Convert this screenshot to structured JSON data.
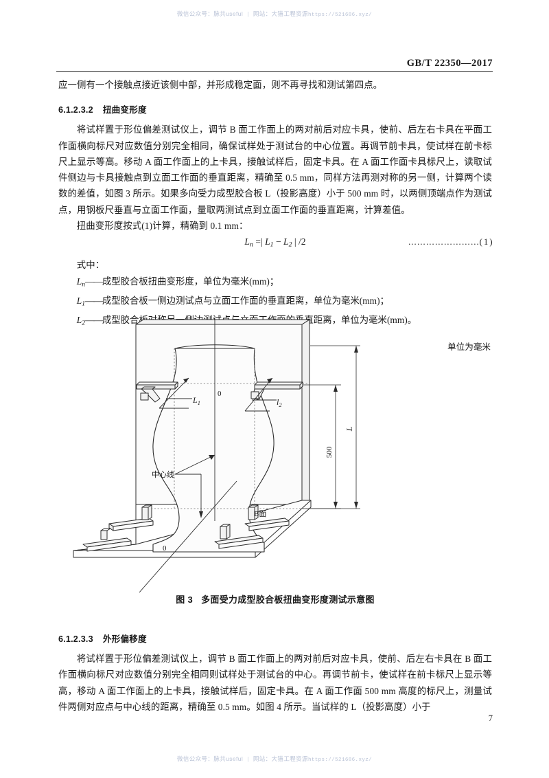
{
  "watermark": {
    "account_label": "微信公众号：",
    "account_name": "脉共useful",
    "separator": "|",
    "site_label": "网站：",
    "site_name": "大猫工程资源",
    "url": "https://521686.xyz/"
  },
  "header": {
    "standard_code": "GB/T  22350—2017"
  },
  "body": {
    "continued_line": "应一侧有一个接触点接近该侧中部，并形成稳定面，则不再寻找和测试第四点。",
    "section_1": {
      "number": "6.1.2.3.2",
      "title": "扭曲变形度",
      "paragraph_1": "将试样置于形位偏差测试仪上，调节 B 面工作面上的两对前后对应卡具，使前、后左右卡具在平面工作面横向标尺对应数值分别完全相同，确保试样处于测试台的中心位置。再调节前卡具，使试样在前卡标尺上显示等高。移动 A 面工作面上的上卡具，接触试样后，固定卡具。在 A 面工作面卡具标尺上，读取试件侧边与卡具接触点到立面工作面的垂直距离，精确至 0.5 mm，同样方法再测对称的另一侧，计算两个读数的差值，如图 3 所示。如果多向受力成型胶合板 L（投影高度）小于 500 mm 时，以两侧顶端点作为测试点，用钢板尺垂直与立面工作面，量取两测试点到立面工作面的垂直距离，计算差值。",
      "paragraph_2": "扭曲变形度按式(1)计算，精确到 0.1 mm："
    },
    "formula": {
      "lhs_symbol": "L",
      "lhs_sub": "n",
      "equals": "=|",
      "term1_symbol": "L",
      "term1_sub": "1",
      "minus": "−",
      "term2_symbol": "L",
      "term2_sub": "2",
      "close": "| /2",
      "dots": "……………………",
      "number": "( 1 )"
    },
    "where_label": "式中：",
    "definitions": [
      {
        "symbol": "L",
        "sub": "n",
        "dash": "——",
        "text": "成型胶合板扭曲变形度，单位为毫米(mm)；"
      },
      {
        "symbol": "L",
        "sub": "1",
        "dash": "——",
        "text": "成型胶合板一侧边测试点与立面工作面的垂直距离，单位为毫米(mm)；"
      },
      {
        "symbol": "L",
        "sub": "2",
        "dash": "——",
        "text": "成型胶合板对称另一侧边测试点与立面工作面的垂直距离，单位为毫米(mm)。"
      }
    ],
    "units_note": "单位为毫米",
    "section_2": {
      "number": "6.1.2.3.3",
      "title": "外形偏移度",
      "paragraph_1": "将试样置于形位偏差测试仪上，调节 B 面工作面上的两对前后对应卡具，使前、后左右卡具在 B 面工作面横向标尺对应数值分别完全相同则试样处于测试台的中心。再调节前卡，使试样在前卡标尺上显示等高，移动 A 面工作面上的上卡具，接触试样后，固定卡具。在 A 面工作面 500 mm 高度的标尺上，测量试件两侧对应点与中心线的距离，精确至 0.5 mm。如图 4 所示。当试样的 L（投影高度）小于"
    },
    "page_number": "7"
  },
  "figure": {
    "caption_number": "图 3",
    "caption_title": "多面受力成型胶合板扭曲变形度测试示意图",
    "labels": {
      "L1": "L",
      "L1_sub": "1",
      "L2": "l",
      "L2_sub": "2",
      "zero_top": "0",
      "zero_bottom": "0",
      "centerline": "中心线",
      "face_b": "B面",
      "dim_500": "500",
      "dim_L": "L"
    },
    "colors": {
      "line": "#2b2b2b",
      "fill": "#fbfbfb",
      "shade": "#f1f1f1",
      "dotted": "#6f6f6f"
    }
  }
}
